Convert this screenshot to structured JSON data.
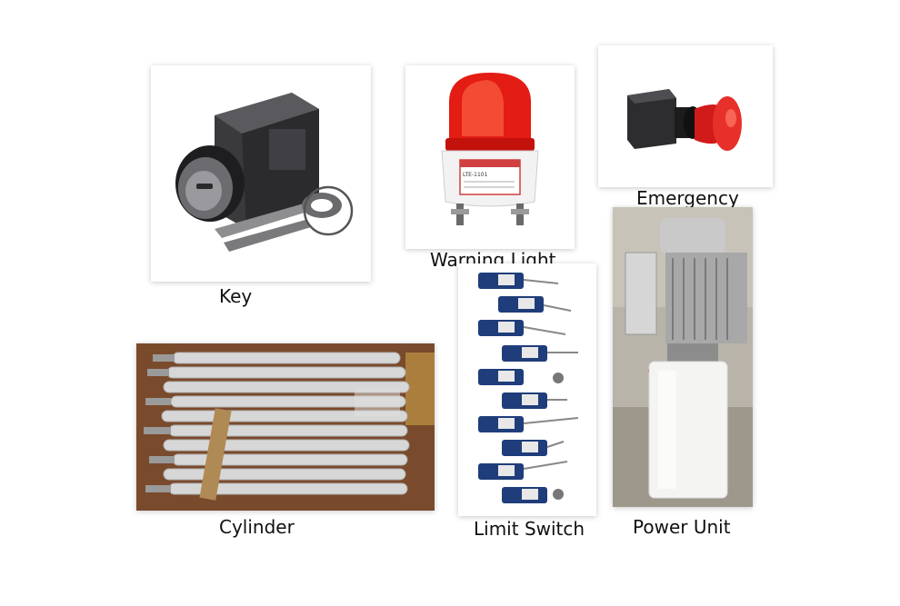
{
  "labels": {
    "key": "Key",
    "warning_light": "Warning Light",
    "emergency": "Emergency",
    "cylinder": "Cylinder",
    "limit_switch": "Limit Switch",
    "power_unit": "Power Unit"
  },
  "key_photo": {
    "label_text": "LTE-1101"
  },
  "colors": {
    "warning_red": "#e31c14",
    "button_red": "#d11a1a",
    "switch_blue": "#1f3d7a",
    "cylinder_gray": "#d7d7d7",
    "background": "#ffffff"
  }
}
